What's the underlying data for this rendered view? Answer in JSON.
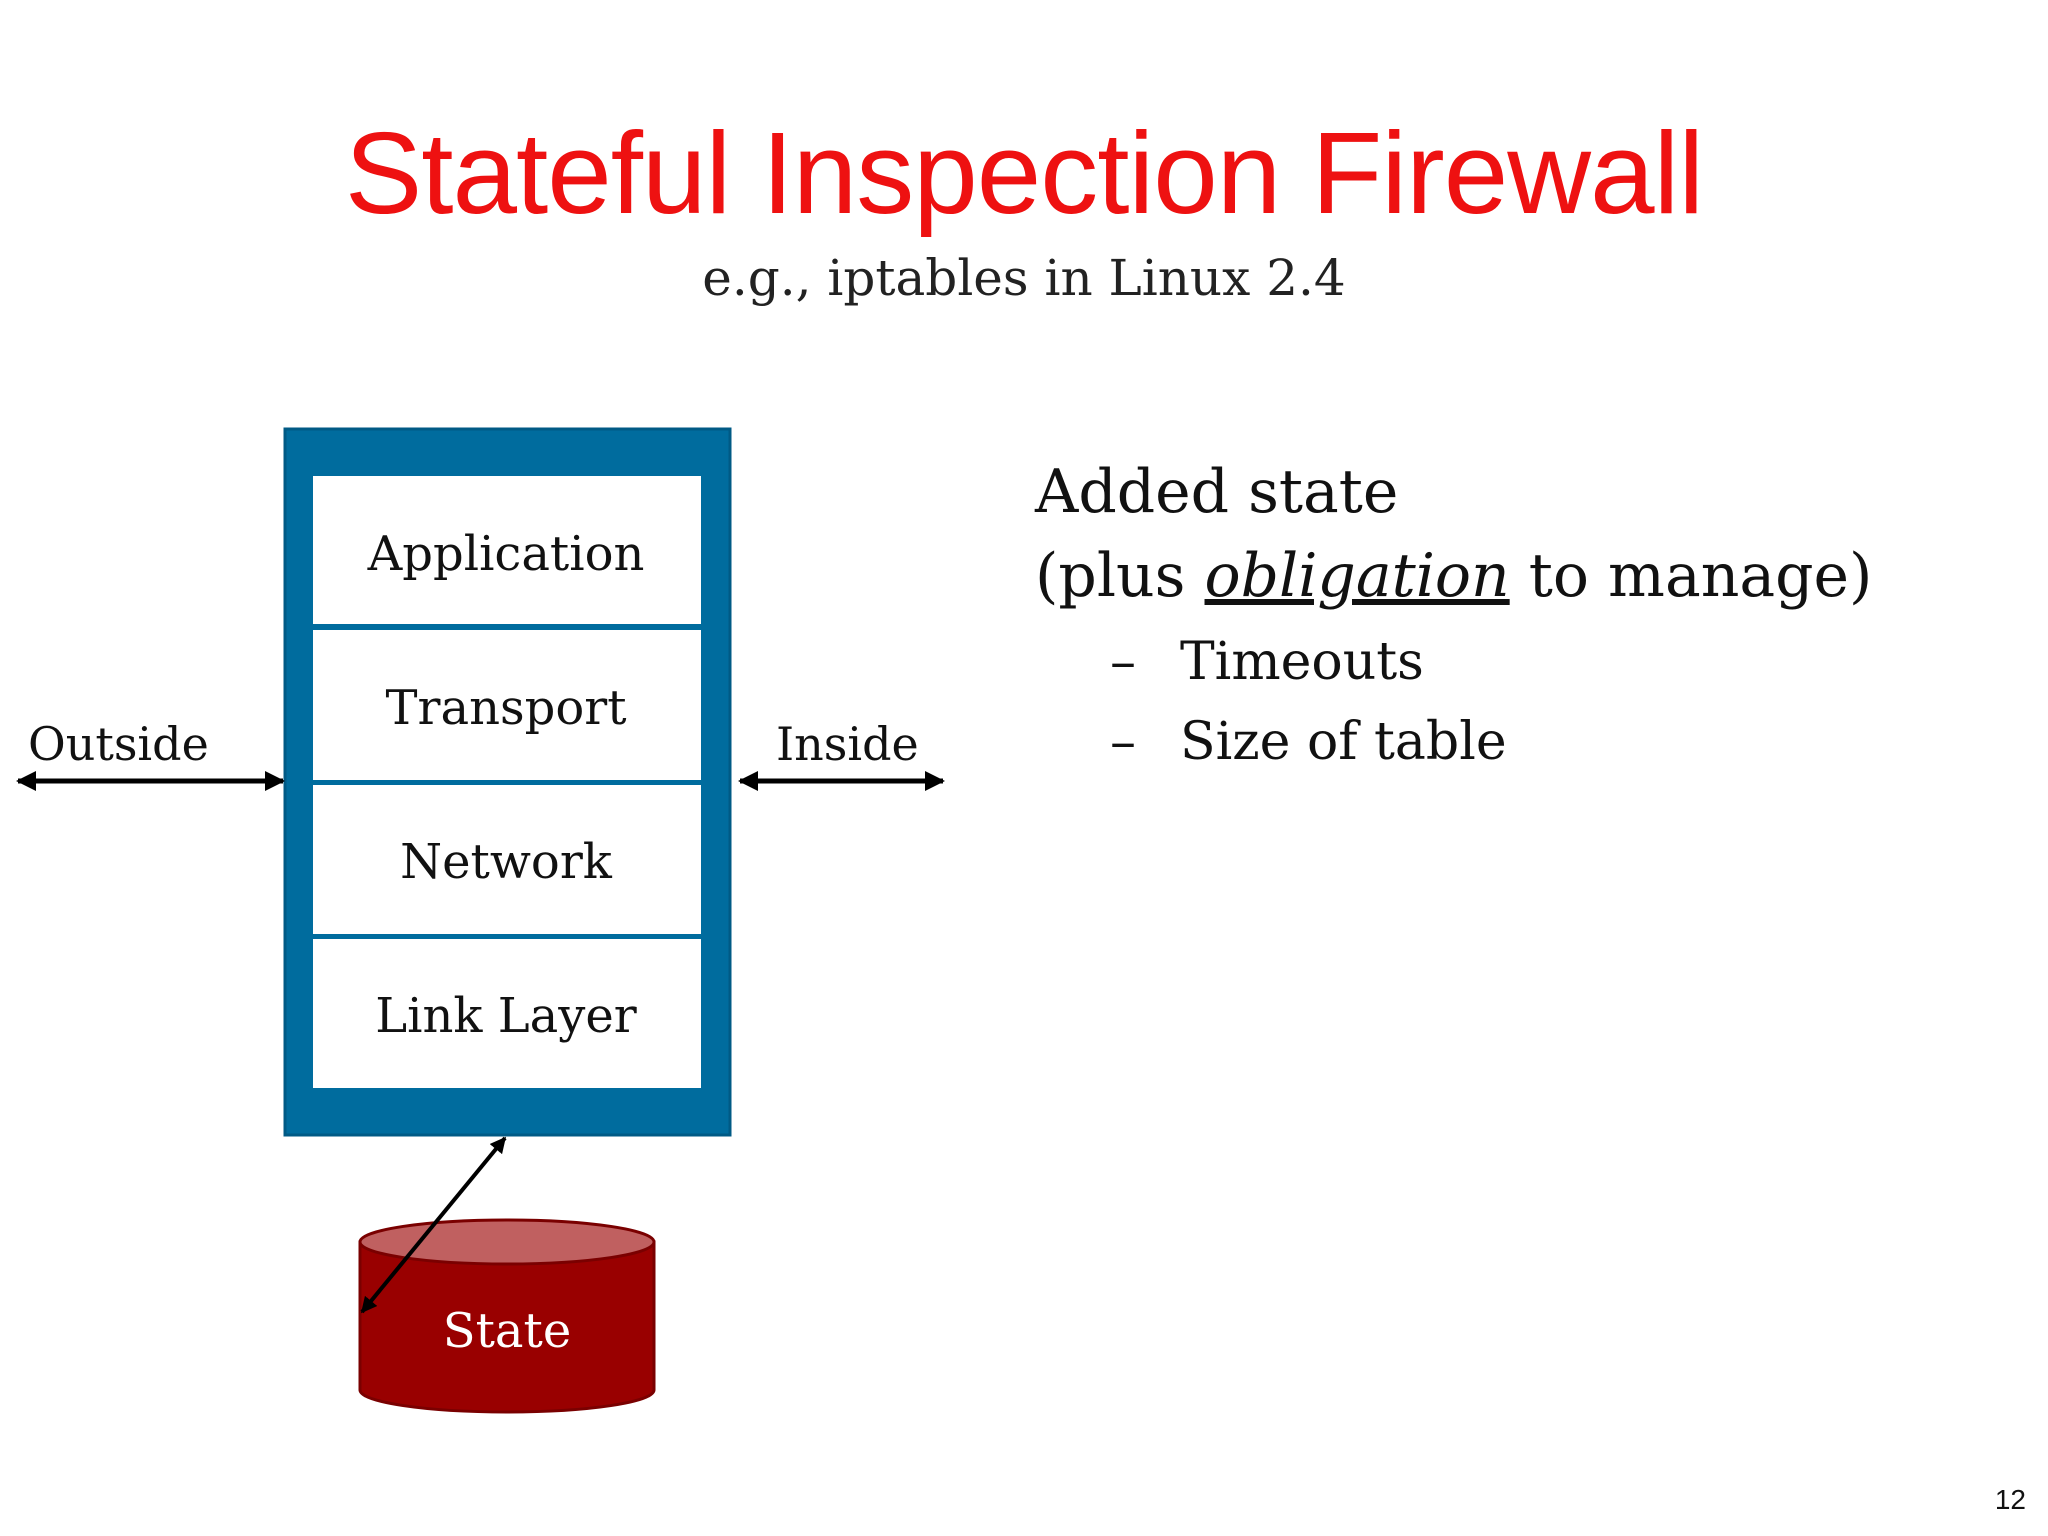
{
  "slide": {
    "title": "Stateful Inspection Firewall",
    "subtitle": "e.g., iptables in Linux 2.4",
    "page_number": "12"
  },
  "diagram": {
    "layers": [
      "Application",
      "Transport",
      "Network",
      "Link Layer"
    ],
    "outside_label": "Outside",
    "inside_label": "Inside",
    "state_label": "State",
    "colors": {
      "stack_border": "#006c9e",
      "layer_fill": "#ffffff",
      "state_body": "#990000",
      "state_top": "#c06060",
      "arrow": "#000000"
    }
  },
  "bullets": {
    "line1": "Added state",
    "line2_prefix": "(plus ",
    "line2_emphasis": "obligation",
    "line2_suffix": " to manage)",
    "items": [
      "Timeouts",
      "Size of table"
    ],
    "dash": "–"
  }
}
